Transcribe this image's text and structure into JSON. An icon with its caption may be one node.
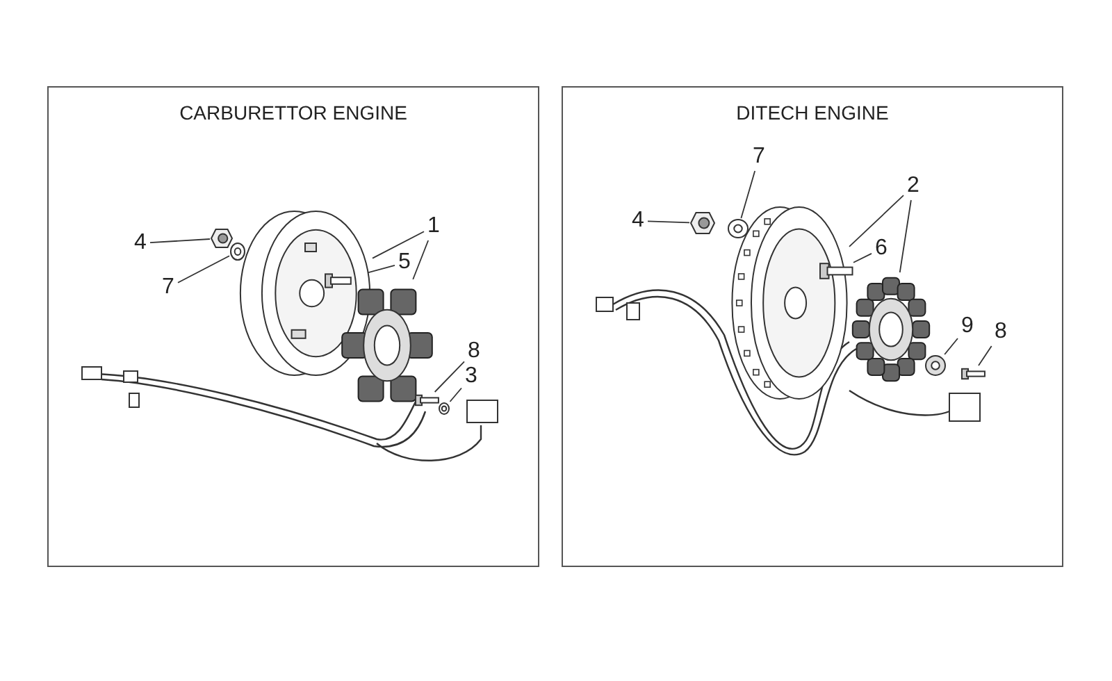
{
  "diagram": {
    "nodes": [
      {
        "text": [
          "CARBURETTOR ENGINE"
        ]
      },
      {
        "text": [
          "DITECH ENGINE"
        ]
      },
      {
        "text": [
          "4"
        ],
        "in": 0
      },
      {
        "text": [
          "7"
        ],
        "in": 0
      },
      {
        "text": [
          "1"
        ],
        "in": 0
      },
      {
        "text": [
          "5"
        ],
        "in": 0
      },
      {
        "text": [
          "8"
        ],
        "in": 0
      },
      {
        "text": [
          "3"
        ],
        "in": 0
      },
      {
        "text": [],
        "shape": "picture",
        "in": 0
      },
      {
        "text": [],
        "shape": "picture",
        "in": 0
      },
      {
        "text": [],
        "shape": "picture",
        "in": 0
      },
      {
        "text": [],
        "shape": "picture",
        "in": 0
      },
      {
        "text": [],
        "shape": "picture",
        "in": 10
      },
      {
        "text": [],
        "shape": "picture",
        "in": 0
      },
      {
        "text": [],
        "shape": "picture",
        "in": 0
      },
      {
        "text": [
          "7"
        ],
        "in": 1
      },
      {
        "text": [
          "2"
        ],
        "in": 1
      },
      {
        "text": [
          "4"
        ],
        "in": 1
      },
      {
        "text": [
          "6"
        ],
        "in": 1
      },
      {
        "text": [
          "9"
        ],
        "in": 1
      },
      {
        "text": [
          "8"
        ],
        "in": 1
      },
      {
        "text": [],
        "shape": "picture",
        "in": 1
      },
      {
        "text": [],
        "shape": "picture",
        "in": 1
      },
      {
        "text": [],
        "shape": "picture",
        "in": 1
      },
      {
        "text": [],
        "shape": "picture",
        "in": 1
      },
      {
        "text": [],
        "shape": "picture",
        "in": 1
      },
      {
        "text": [],
        "shape": "picture",
        "in": 1
      },
      {
        "text": [],
        "shape": "picture",
        "in": 1
      }
    ],
    "edges": [
      {
        "from": 2,
        "to": 8,
        "arrow": "none"
      },
      {
        "from": 3,
        "to": 9,
        "arrow": "none"
      },
      {
        "from": 4,
        "to": 10,
        "arrow": "none"
      },
      {
        "from": 4,
        "to": 11,
        "arrow": "none"
      },
      {
        "from": 5,
        "to": 12,
        "arrow": "none"
      },
      {
        "from": 6,
        "to": 13,
        "arrow": "none"
      },
      {
        "from": 7,
        "to": 14,
        "arrow": "none"
      },
      {
        "from": 17,
        "to": 21,
        "arrow": "none"
      },
      {
        "from": 15,
        "to": 22,
        "arrow": "none"
      },
      {
        "from": 16,
        "to": 23,
        "arrow": "none"
      },
      {
        "from": 16,
        "to": 24,
        "arrow": "none"
      },
      {
        "from": 18,
        "to": 25,
        "arrow": "none"
      },
      {
        "from": 19,
        "to": 26,
        "arrow": "none"
      },
      {
        "from": 20,
        "to": 27,
        "arrow": "none"
      }
    ]
  }
}
